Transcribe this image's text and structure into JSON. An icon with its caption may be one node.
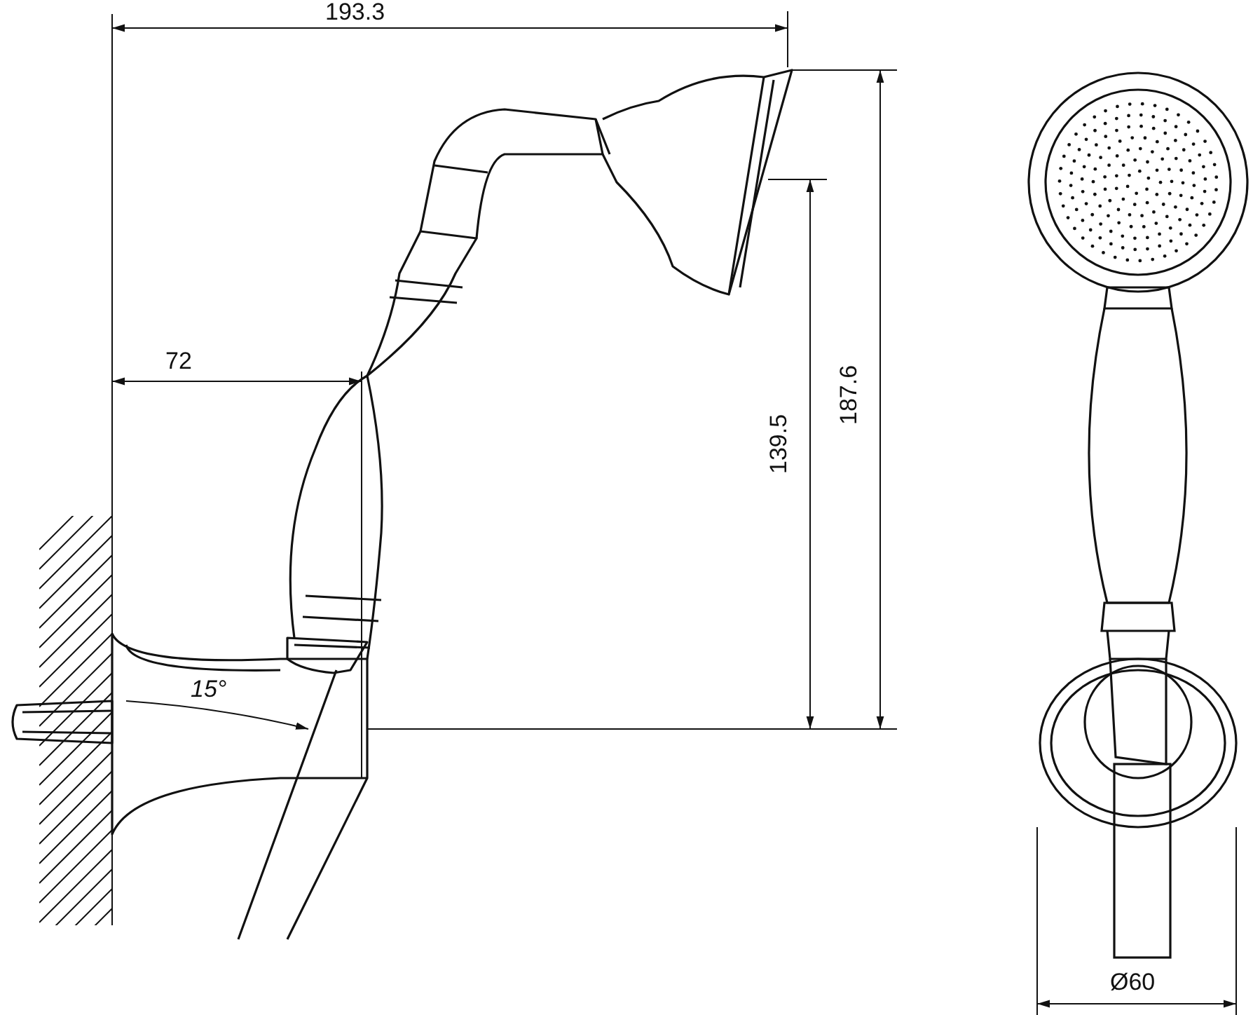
{
  "diagram": {
    "labels": [
      "193.3",
      "72",
      "139.5",
      "187.6",
      "15°",
      "Ø60"
    ]
  }
}
